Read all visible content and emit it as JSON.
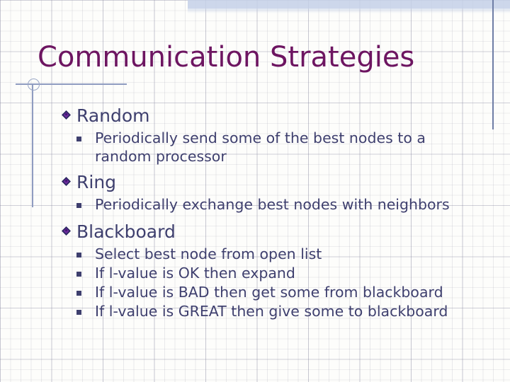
{
  "slide": {
    "title": "Communication Strategies",
    "colors": {
      "title_text": "#6d1561",
      "body_text": "#3e3f6e",
      "rule": "#8f9cc0",
      "rule_right": "#6f7ea6",
      "top_band": "#c4d0e8",
      "bullet_diamond_outer": "#2b2660",
      "bullet_diamond_inner": "#6a2a9a",
      "background": "#fdfdfb"
    },
    "bullet_icons": {
      "level1": "diamond-bullet-icon",
      "level2": "square-bullet-icon"
    },
    "sections": [
      {
        "heading": "Random",
        "items": [
          "Periodically send some of the best nodes to a random processor"
        ]
      },
      {
        "heading": "Ring",
        "items": [
          "Periodically exchange best nodes with neighbors"
        ]
      },
      {
        "heading": "Blackboard",
        "items": [
          "Select best node from open list",
          "If l-value is OK then expand",
          "If l-value is BAD then get some from blackboard",
          "If l-value is GREAT then give some to blackboard"
        ]
      }
    ]
  }
}
